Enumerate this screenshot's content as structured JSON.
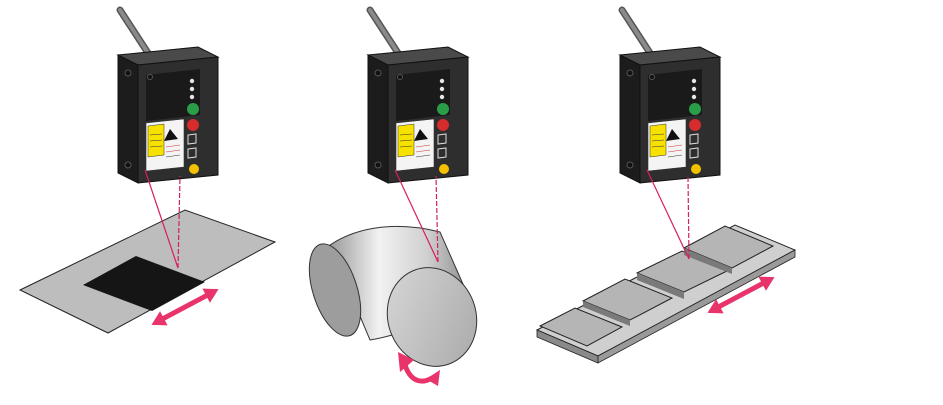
{
  "colors": {
    "background": "#ffffff",
    "sensor_body": "#2b2b2b",
    "sensor_top": "#444444",
    "sensor_side": "#1c1c1c",
    "cable": "#6a6a6a",
    "laser_beam": "#d81e5b",
    "arrow": "#e8336b",
    "surface_gray": "#bdbdbd",
    "surface_dark": "#1a1a1a",
    "outline": "#222222",
    "warning_label": "#f7e100",
    "led_green": "#2a9d48",
    "led_red": "#d62c2c",
    "led_yellow": "#f2c200"
  },
  "scenes": [
    {
      "name": "flat-strip-color-change",
      "motion": "linear-back-and-forth"
    },
    {
      "name": "cylinder-rotation",
      "motion": "rotation"
    },
    {
      "name": "stepped-plates",
      "motion": "linear-back-and-forth"
    }
  ],
  "icons": [
    "laser-sensor-icon",
    "double-arrow-icon",
    "rotation-arrow-icon",
    "warning-label-icon"
  ]
}
